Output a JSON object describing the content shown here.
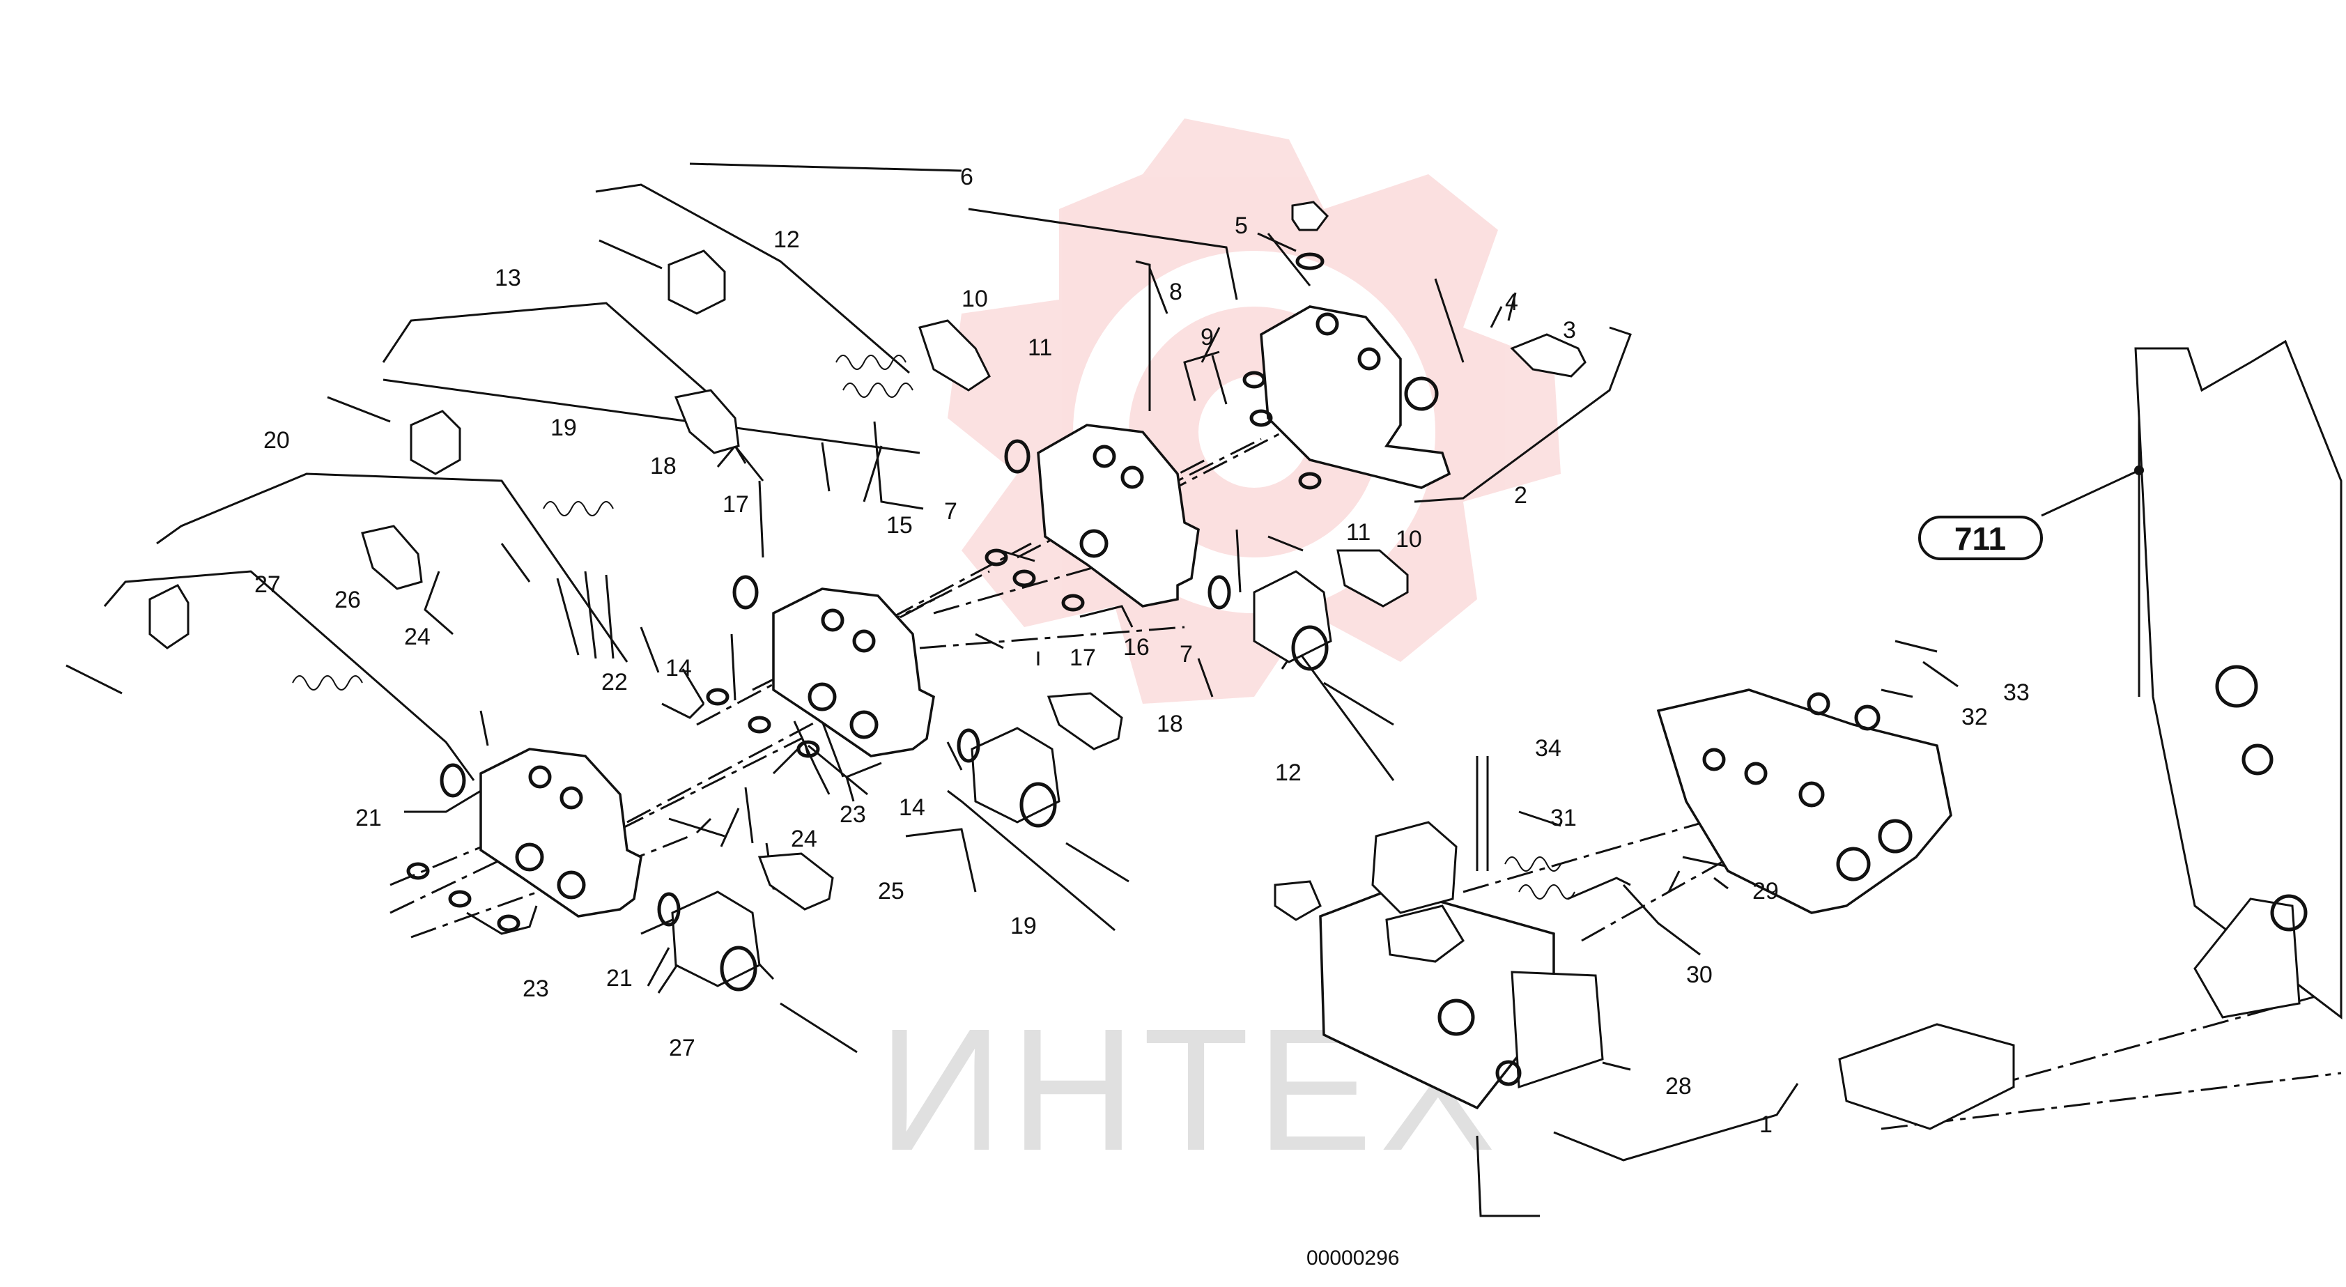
{
  "diagram": {
    "ref_badge": "711",
    "drawing_number": "00000296",
    "watermark": "ИНТЕХ",
    "watermark_color": "#f6c8c8",
    "callouts": [
      "1",
      "2",
      "3",
      "4",
      "5",
      "6",
      "7",
      "8",
      "9",
      "10",
      "11",
      "12",
      "13",
      "14",
      "15",
      "16",
      "17",
      "18",
      "19",
      "20",
      "21",
      "22",
      "23",
      "24",
      "25",
      "26",
      "27",
      "28",
      "29",
      "30",
      "31",
      "32",
      "33",
      "34"
    ],
    "extra_callouts": {
      "c7b": "7",
      "c10b": "10",
      "c11b": "11",
      "c12b": "12",
      "c14b": "14",
      "c17b": "17",
      "c18b": "18",
      "c19b": "19",
      "c21b": "21",
      "c23b": "23",
      "c24b": "24",
      "c27b": "27"
    }
  }
}
